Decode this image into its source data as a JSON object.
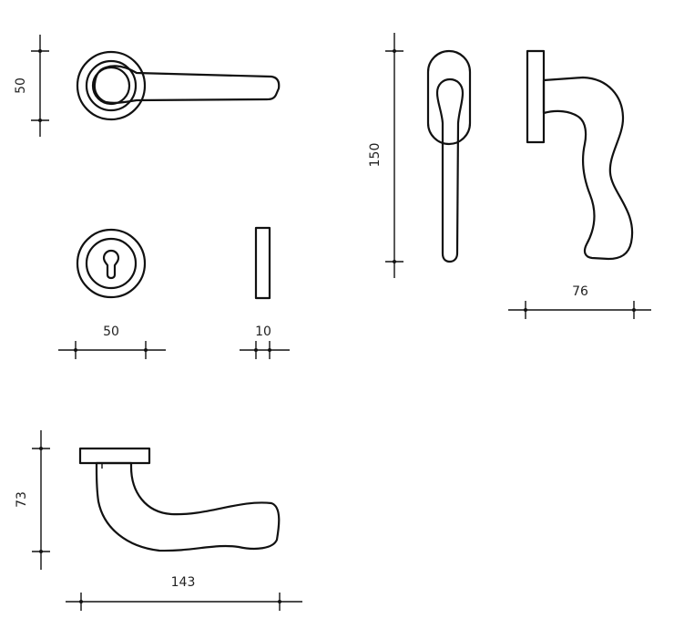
{
  "dimensions": {
    "lever_rose_height": "50",
    "escutcheon_width": "50",
    "escutcheon_thickness": "10",
    "window_handle_height": "150",
    "window_handle_projection": "76",
    "lever_projection": "73",
    "lever_length": "143"
  }
}
